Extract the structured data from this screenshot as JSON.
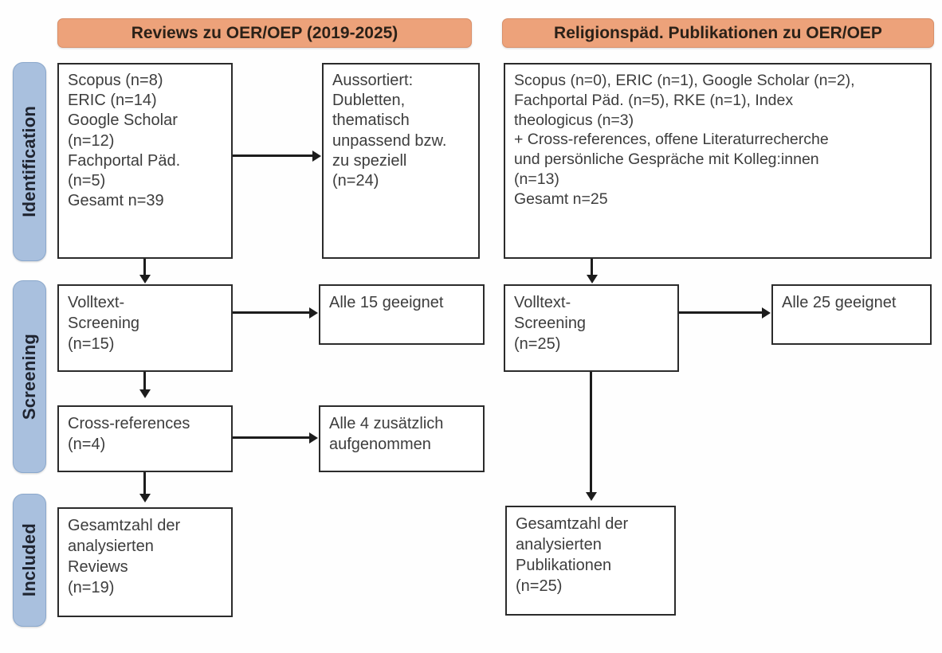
{
  "diagram": {
    "title_left": "Reviews zu OER/OEP (2019-2025)",
    "title_right": "Religionspäd. Publikationen zu OER/OEP",
    "accent_header_color": "#eda27a",
    "accent_pill_color": "#a9c0de",
    "border_color": "#2b2b2b",
    "text_color": "#3d3d3d"
  },
  "phases": [
    {
      "id": "identification",
      "label": "Identification"
    },
    {
      "id": "screening",
      "label": "Screening"
    },
    {
      "id": "included",
      "label": "Included"
    }
  ],
  "columns": [
    {
      "id": "reviews",
      "header": "Reviews zu OER/OEP (2019-2025)",
      "boxes": [
        {
          "id": "left-sources",
          "text": "Scopus (n=8)\nERIC (n=14)\nGoogle Scholar\n(n=12)\nFachportal Päd.\n(n=5)\nGesamt n=39"
        },
        {
          "id": "left-excluded",
          "text": "Aussortiert:\nDubletten,\nthematisch\nunpassend bzw.\nzu speziell\n(n=24)"
        },
        {
          "id": "left-fulltext",
          "text": "Volltext-\nScreening\n(n=15)"
        },
        {
          "id": "left-fulltext-result",
          "text": "Alle 15 geeignet"
        },
        {
          "id": "left-crossrefs",
          "text": "Cross-references\n(n=4)"
        },
        {
          "id": "left-crossrefs-result",
          "text": "Alle 4 zusätzlich\naufgenommen"
        },
        {
          "id": "left-included",
          "text": "Gesamtzahl der\nanalysierten\nReviews\n(n=19)"
        }
      ]
    },
    {
      "id": "publications",
      "header": "Religionspäd. Publikationen zu OER/OEP",
      "boxes": [
        {
          "id": "right-sources",
          "text": "Scopus (n=0), ERIC (n=1), Google Scholar (n=2),\nFachportal Päd. (n=5), RKE (n=1), Index\ntheologicus (n=3)\n+ Cross-references, offene Literaturrecherche\nund persönliche Gespräche mit Kolleg:innen\n(n=13)\nGesamt n=25"
        },
        {
          "id": "right-fulltext",
          "text": "Volltext-\nScreening\n(n=25)"
        },
        {
          "id": "right-fulltext-result",
          "text": "Alle 25 geeignet"
        },
        {
          "id": "right-included",
          "text": "Gesamtzahl der\nanalysierten\nPublikationen\n(n=25)"
        }
      ]
    }
  ],
  "counts": {
    "left_scopus": 8,
    "left_eric": 14,
    "left_google_scholar": 12,
    "left_fachportal": 5,
    "left_total": 39,
    "left_excluded": 24,
    "left_fulltext": 15,
    "left_fulltext_suitable": 15,
    "left_crossrefs": 4,
    "left_crossrefs_added": 4,
    "left_included": 19,
    "right_scopus": 0,
    "right_eric": 1,
    "right_google_scholar": 2,
    "right_fachportal": 5,
    "right_rke": 1,
    "right_index_theologicus": 3,
    "right_other": 13,
    "right_total": 25,
    "right_fulltext": 25,
    "right_fulltext_suitable": 25,
    "right_included": 25
  }
}
